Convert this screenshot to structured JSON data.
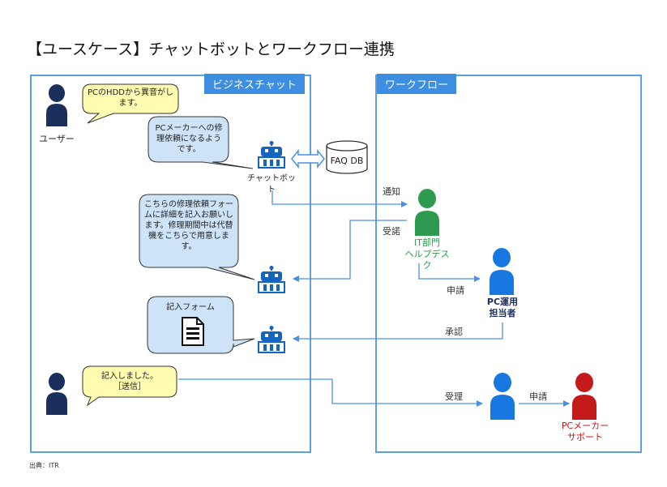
{
  "title": "【ユースケース】チャットボットとワークフロー連携",
  "panels": {
    "business_chat": "ビジネスチャット",
    "workflow": "ワークフロー"
  },
  "actors": {
    "user": "ユーザー",
    "chatbot": "チャットボット",
    "it_helpdesk": "IT部門\nヘルプデスク",
    "pc_admin": "PC運用\n担当者",
    "pc_maker": "PCメーカー\nサポート"
  },
  "faq_db": "FAQ DB",
  "bubbles": {
    "user1": "PCのHDDから異音がします。",
    "bot1": "PCメーカーへの修理依頼になるようです。",
    "bot2": "こちらの修理依頼フォームに詳細を記入お願いします。修理期間中は代替機をこちらで用意します。",
    "form": "記入フォーム",
    "user2": "記入しました。［送信］"
  },
  "edges": {
    "notify": "通知",
    "accept1": "受諾",
    "apply1": "申請",
    "approve": "承認",
    "accept2": "受理",
    "apply2": "申請"
  },
  "source": "出典：ITR",
  "colors": {
    "panel_border": "#5aa0e6",
    "panel_head": "#3d8ee0",
    "user": "#1b2f5c",
    "bot": "#1565c0",
    "helpdesk": "#2e9a4f",
    "pc_admin": "#1877e0",
    "pc_maker": "#c41a1a",
    "bubble_yellow": "#fffbb0",
    "bubble_blue": "#cde3f8",
    "arrow": "#4a90e2"
  }
}
